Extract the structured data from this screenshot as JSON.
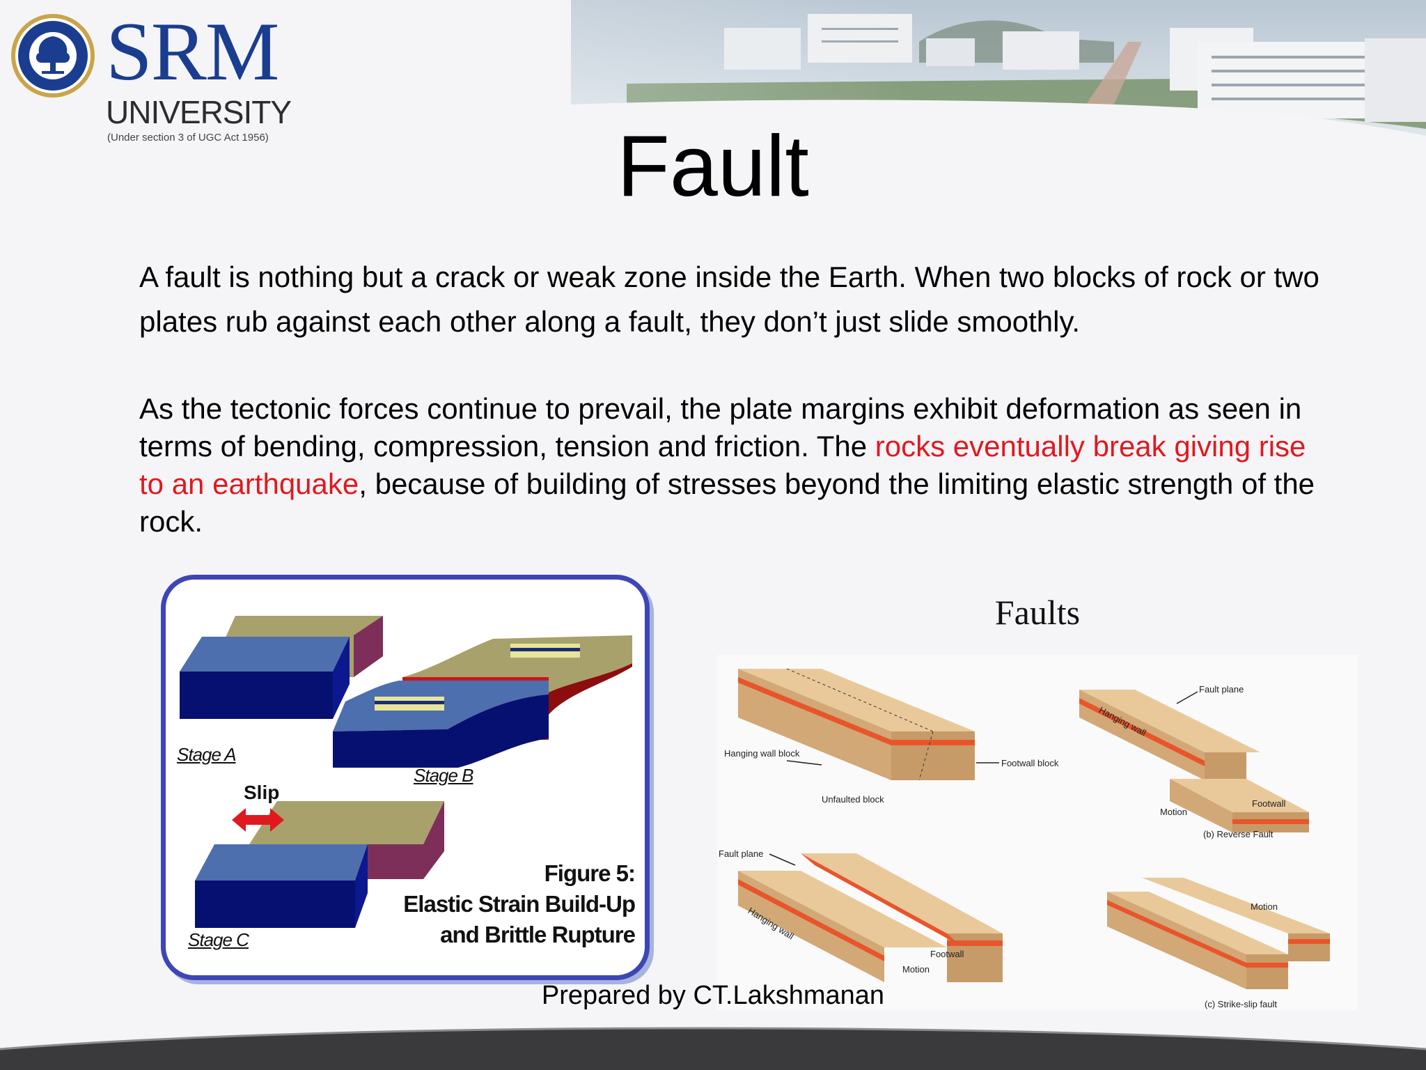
{
  "logo": {
    "name": "SRM",
    "line2": "UNIVERSITY",
    "line3": "(Under section 3 of UGC Act 1956)"
  },
  "slide": {
    "title": "Fault",
    "para1": "A fault is nothing but a crack or weak zone inside the Earth. When two blocks of rock or two plates rub against each other along a fault, they don’t just slide smoothly.",
    "para2_start": "As the tectonic forces continue to prevail, the plate margins exhibit deformation as seen in terms of bending, compression, tension and friction. The ",
    "para2_highlight": "rocks eventually break giving rise to an earthquake",
    "para2_end": ", because of building of stresses beyond the limiting elastic strength of the rock.",
    "highlight_color": "#e0191f"
  },
  "figure5": {
    "stage_a": "Stage A",
    "stage_b": "Stage B",
    "stage_c": "Stage C",
    "slip": "Slip",
    "caption_line1": "Figure 5:",
    "caption_line2": "Elastic Strain Build-Up",
    "caption_line3": "and Brittle Rupture"
  },
  "faults_figure": {
    "title": "Faults",
    "hanging_wall_block": "Hanging wall block",
    "footwall_block": "Footwall block",
    "unfaulted_block": "Unfaulted block",
    "fault_plane": "Fault plane",
    "hanging_wall": "Hanging wall",
    "footwall": "Footwall",
    "motion": "Motion",
    "reverse_fault": "(b) Reverse Fault",
    "strike_slip_fault": "(c) Strike-slip fault"
  },
  "footer": {
    "prepared_by": "Prepared by CT.Lakshmanan"
  }
}
